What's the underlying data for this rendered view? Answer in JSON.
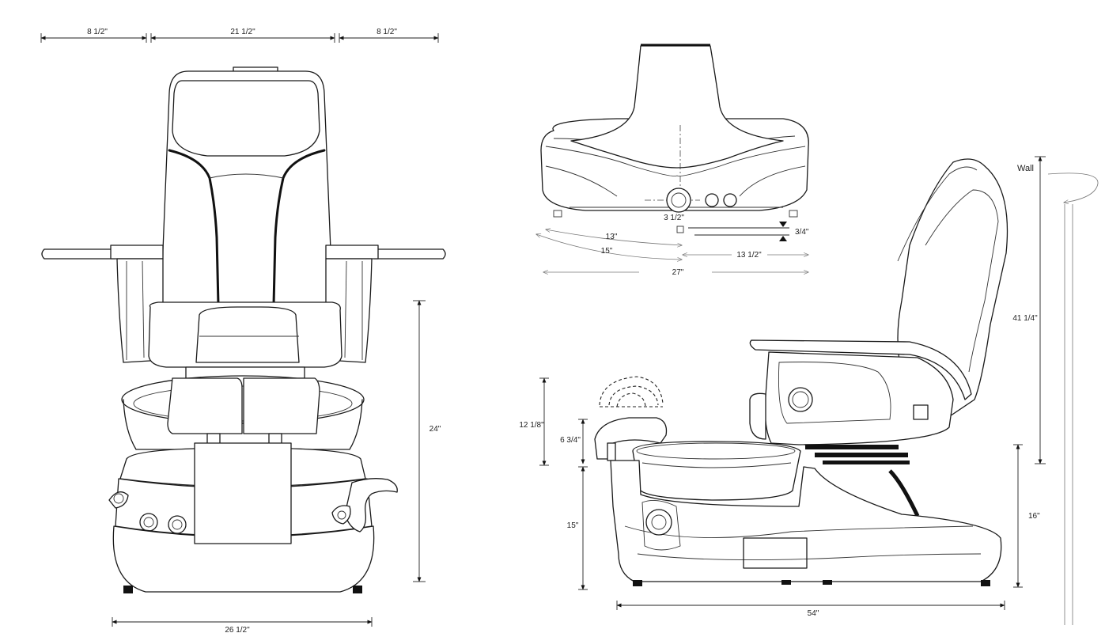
{
  "front_view": {
    "dim_top_left": "8 1/2\"",
    "dim_top_center": "21 1/2\"",
    "dim_top_right": "8 1/2\"",
    "dim_height": "24\"",
    "dim_base_width": "26 1/2\""
  },
  "top_view": {
    "dim_drain": "3 1/2\"",
    "dim_13": "13\"",
    "dim_15": "15\"",
    "dim_27": "27\"",
    "dim_13_5": "13 1/2\"",
    "dim_3_4": "3/4\""
  },
  "side_view": {
    "wall_label": "Wall",
    "dim_41_1_4": "41 1/4\"",
    "dim_12_1_8": "12 1/8\"",
    "dim_6_3_4": "6 3/4\"",
    "dim_15": "15\"",
    "dim_16": "16\"",
    "dim_54": "54\""
  }
}
